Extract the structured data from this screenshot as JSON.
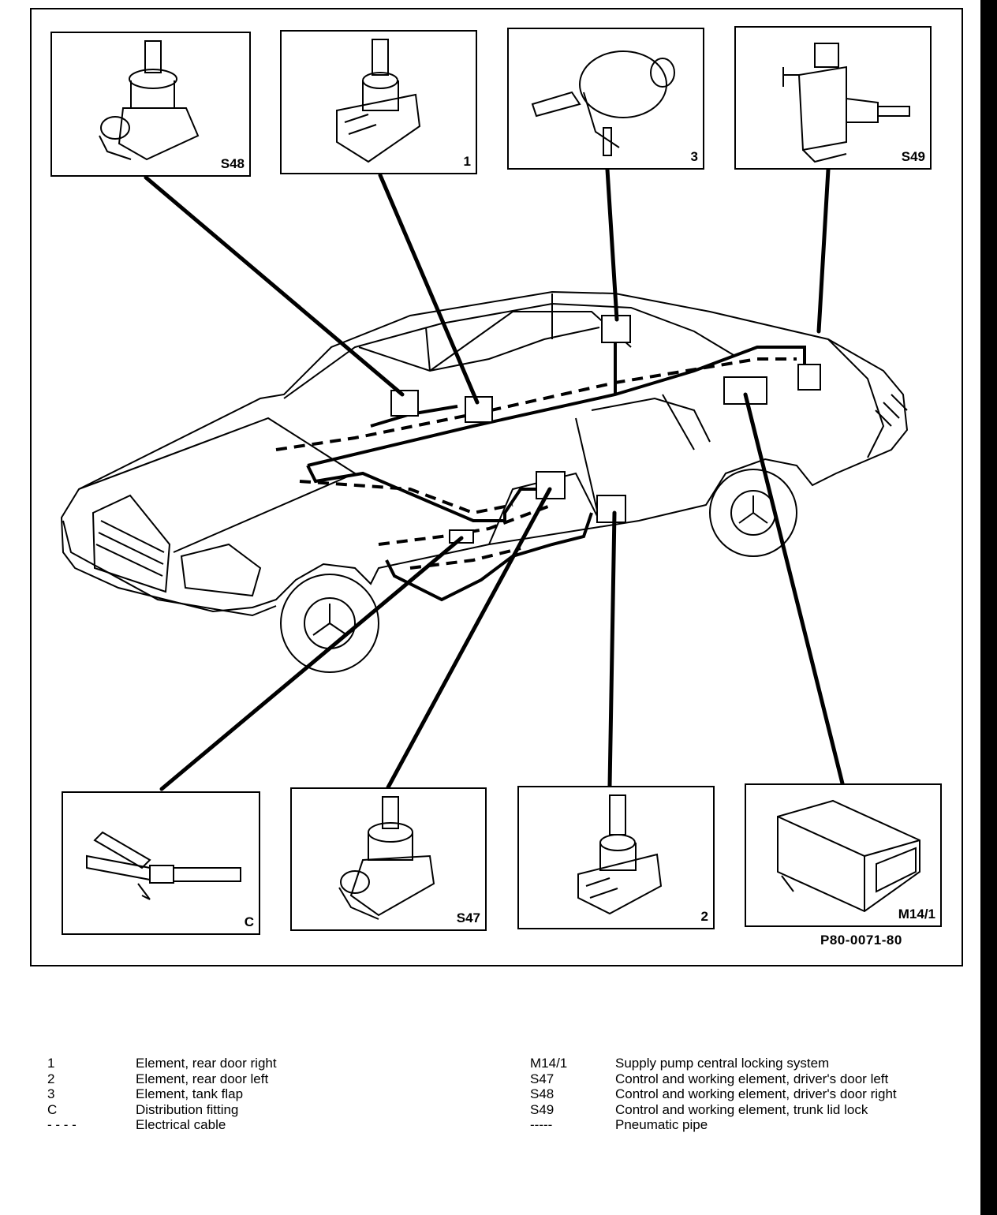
{
  "drawing_code": "P80-0071-80",
  "insets": {
    "s48": "S48",
    "el1": "1",
    "el3": "3",
    "s49": "S49",
    "c": "C",
    "s47": "S47",
    "el2": "2",
    "m141": "M14/1"
  },
  "legend": {
    "left": [
      {
        "code": "1",
        "desc": "Element, rear door right"
      },
      {
        "code": "2",
        "desc": "Element, rear door left"
      },
      {
        "code": "3",
        "desc": "Element, tank flap"
      },
      {
        "code": "C",
        "desc": "Distribution fitting"
      },
      {
        "code": "- - - -",
        "desc": "Electrical cable"
      }
    ],
    "right": [
      {
        "code": "M14/1",
        "desc": "Supply pump central locking system"
      },
      {
        "code": "S47",
        "desc": "Control and working element, driver's door left"
      },
      {
        "code": "S48",
        "desc": "Control and working element, driver's door right"
      },
      {
        "code": "S49",
        "desc": "Control and working element, trunk lid lock"
      },
      {
        "code": "-----",
        "desc": "Pneumatic pipe"
      }
    ]
  }
}
